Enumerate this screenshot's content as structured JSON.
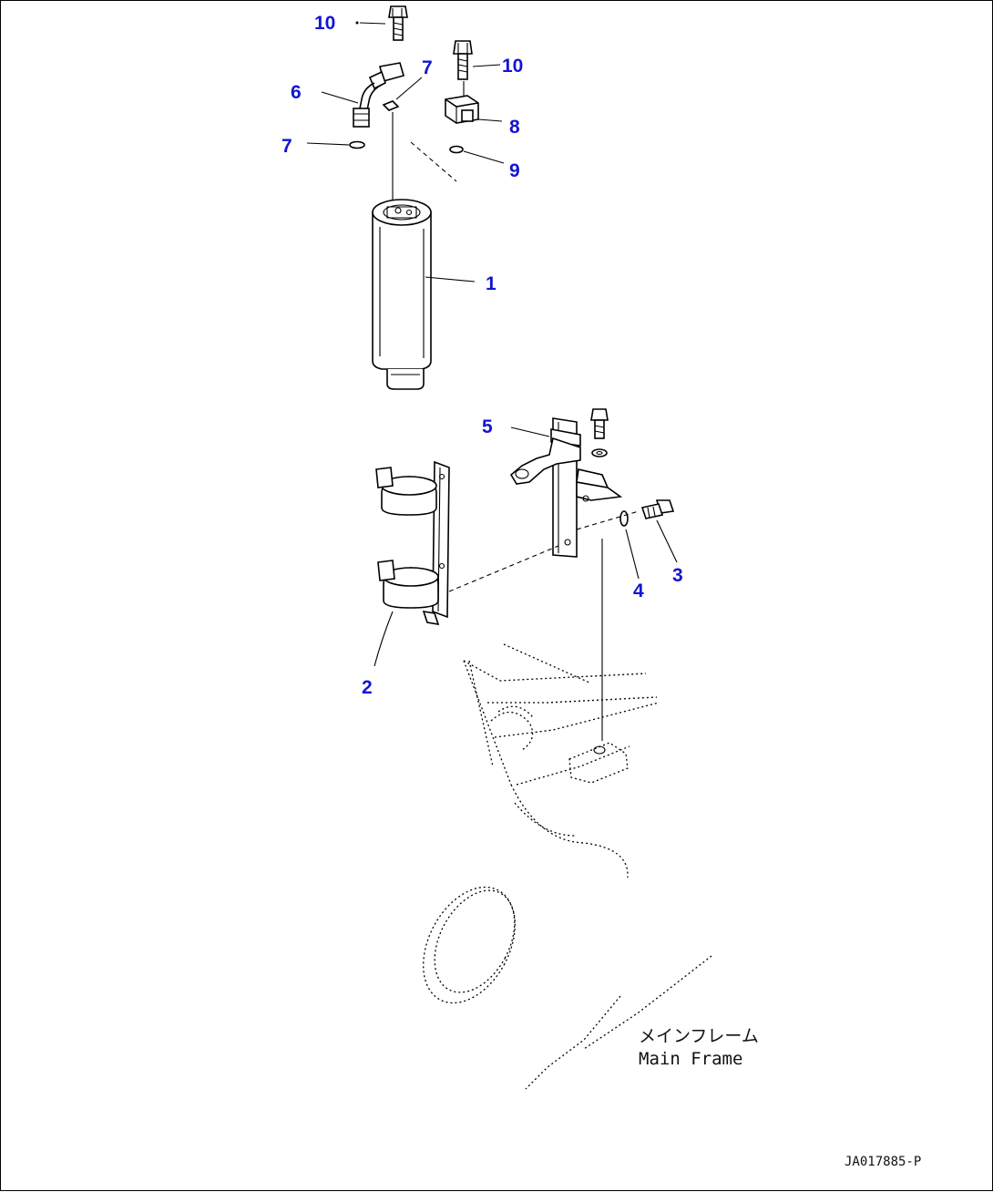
{
  "diagram": {
    "callouts": {
      "c10a": "10",
      "c10b": "10",
      "c6": "6",
      "c7a": "7",
      "c7b": "7",
      "c8": "8",
      "c9": "9",
      "c1": "1",
      "c5": "5",
      "c3": "3",
      "c4": "4",
      "c2": "2"
    },
    "frame_label_jp": "メインフレーム",
    "frame_label_en": "Main Frame",
    "figure_number": "JA017885-P",
    "colors": {
      "callout": "#1414d2",
      "line": "#000000"
    }
  }
}
